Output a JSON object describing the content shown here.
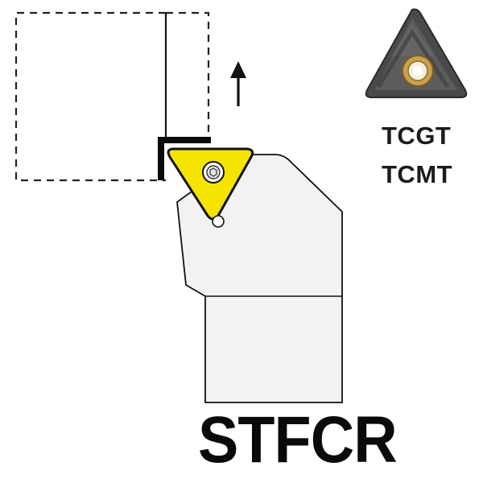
{
  "insert_codes": [
    "TCGT",
    "TCMT"
  ],
  "holder_designation": "STFCR",
  "colors": {
    "insert_yellow": "#f5e400",
    "holder_fill": "#f2f2f2",
    "outline": "#111111",
    "dashed_workpiece": "#222222",
    "insert_photo_dark": "#4a4a4a",
    "insert_photo_gold": "#c9a24a"
  },
  "icons": {
    "feed_direction": "up-arrow-icon",
    "insert_photo": "triangular-insert-photo"
  }
}
